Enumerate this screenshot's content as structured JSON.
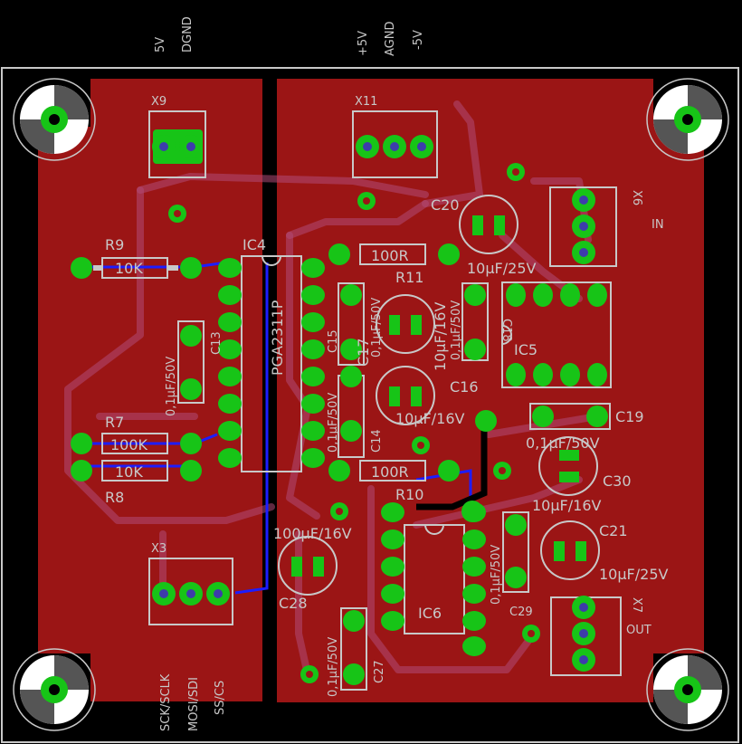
{
  "board": {
    "copper_color": "#9b1515",
    "pad_color": "#17c417",
    "silk_color": "#c8c8c8"
  },
  "top_header_labels": [
    "5V",
    "DGND",
    "+5V",
    "AGND",
    "-5V"
  ],
  "bottom_header_labels": [
    "SCK/SCLK",
    "MOSI/SDI",
    "SS/CS"
  ],
  "connectors": {
    "x9": "X9",
    "x11": "X11",
    "x6": "X6",
    "x3": "X3",
    "x7": "X7",
    "in_label": "IN",
    "out_label": "OUT"
  },
  "ics": {
    "ic4": "IC4",
    "ic4_part": "PGA2311P",
    "ic5": "IC5",
    "ic6": "IC6"
  },
  "resistors": {
    "r9": "R9",
    "r9_val": "10K",
    "r7": "R7",
    "r7_val": "100K",
    "r8": "R8",
    "r8_val": "10K",
    "r11": "R11",
    "r11_val": "100R",
    "r10": "R10",
    "r10_val": "100R"
  },
  "capacitors": {
    "c20": "C20",
    "c20_val": "10µF/25V",
    "c18": "C18",
    "c18_val": "0,1µF/50V",
    "c13": "C13",
    "c13_val": "0,1µF/50V",
    "c15": "C15",
    "c15_val": "0,1µF/50V",
    "c17": "C17",
    "c17_val": "10µF/16V",
    "c16": "C16",
    "c16_val": "10µF/16V",
    "c14": "C14",
    "c14_val": "0,1µF/50V",
    "c19": "C19",
    "c19_val": "0,1µF/50V",
    "c30": "C30",
    "c30_val": "10µF/16V",
    "c21": "C21",
    "c21_val": "10µF/25V",
    "c28": "C28",
    "c28_val": "100µF/16V",
    "c29": "C29",
    "c29_val": "0,1µF/50V",
    "c27": "C27",
    "c27_val": "0,1µF/50V"
  }
}
